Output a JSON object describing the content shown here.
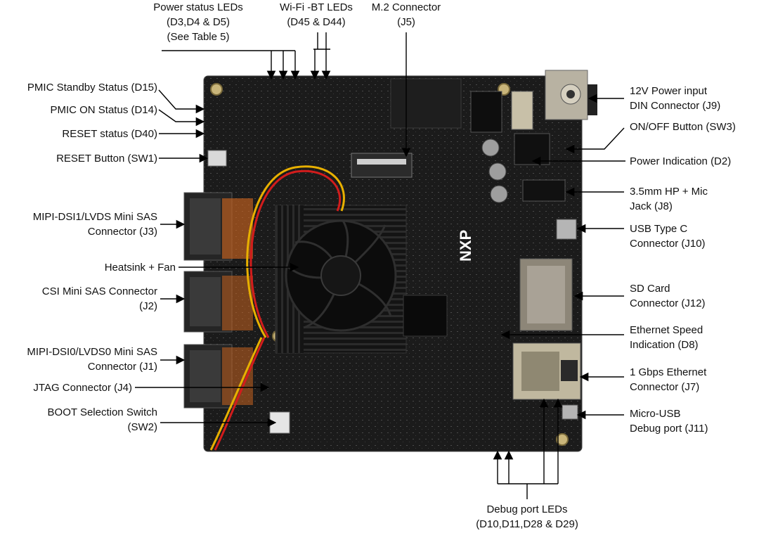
{
  "labels": {
    "power_status_leds": [
      "Power status LEDs",
      "(D3,D4 & D5)",
      "(See Table 5)"
    ],
    "wifi_bt_leds": [
      "Wi-Fi -BT LEDs",
      "(D45 & D44)"
    ],
    "m2_connector": [
      "M.2 Connector",
      "(J5)"
    ],
    "pmic_standby": "PMIC Standby Status (D15)",
    "pmic_on": "PMIC ON Status (D14)",
    "reset_status": "RESET status (D40)",
    "reset_button": "RESET Button (SW1)",
    "mipi_dsi1": [
      "MIPI-DSI1/LVDS Mini SAS",
      "Connector (J3)"
    ],
    "heatsink_fan": "Heatsink + Fan",
    "csi_connector": [
      "CSI Mini SAS Connector",
      "(J2)"
    ],
    "mipi_dsi0": [
      "MIPI-DSI0/LVDS0 Mini SAS",
      "Connector (J1)"
    ],
    "jtag": "JTAG Connector (J4)",
    "boot_switch": [
      "BOOT Selection Switch",
      "(SW2)"
    ],
    "power_input": [
      "12V Power input",
      "DIN Connector (J9)"
    ],
    "onoff_button": [
      "ON/OFF Button (SW3)"
    ],
    "power_indication": "Power Indication (D2)",
    "hp_mic": [
      "3.5mm HP + Mic",
      "Jack (J8)"
    ],
    "usb_c": [
      "USB Type C",
      "Connector (J10)"
    ],
    "sd_card": [
      "SD Card",
      "Connector (J12)"
    ],
    "eth_speed": [
      "Ethernet Speed",
      "Indication (D8)"
    ],
    "eth_1g": [
      "1 Gbps Ethernet",
      "Connector (J7)"
    ],
    "micro_usb": [
      "Micro-USB",
      "Debug port (J11)"
    ],
    "debug_leds": [
      "Debug port LEDs",
      "(D10,D11,D28 & D29)"
    ]
  },
  "board": {
    "vendor_logo": "NXP",
    "pcb_color": "#1b1b1b",
    "connector_color": "#2a2a2a",
    "heatsink_color": "#121212"
  }
}
